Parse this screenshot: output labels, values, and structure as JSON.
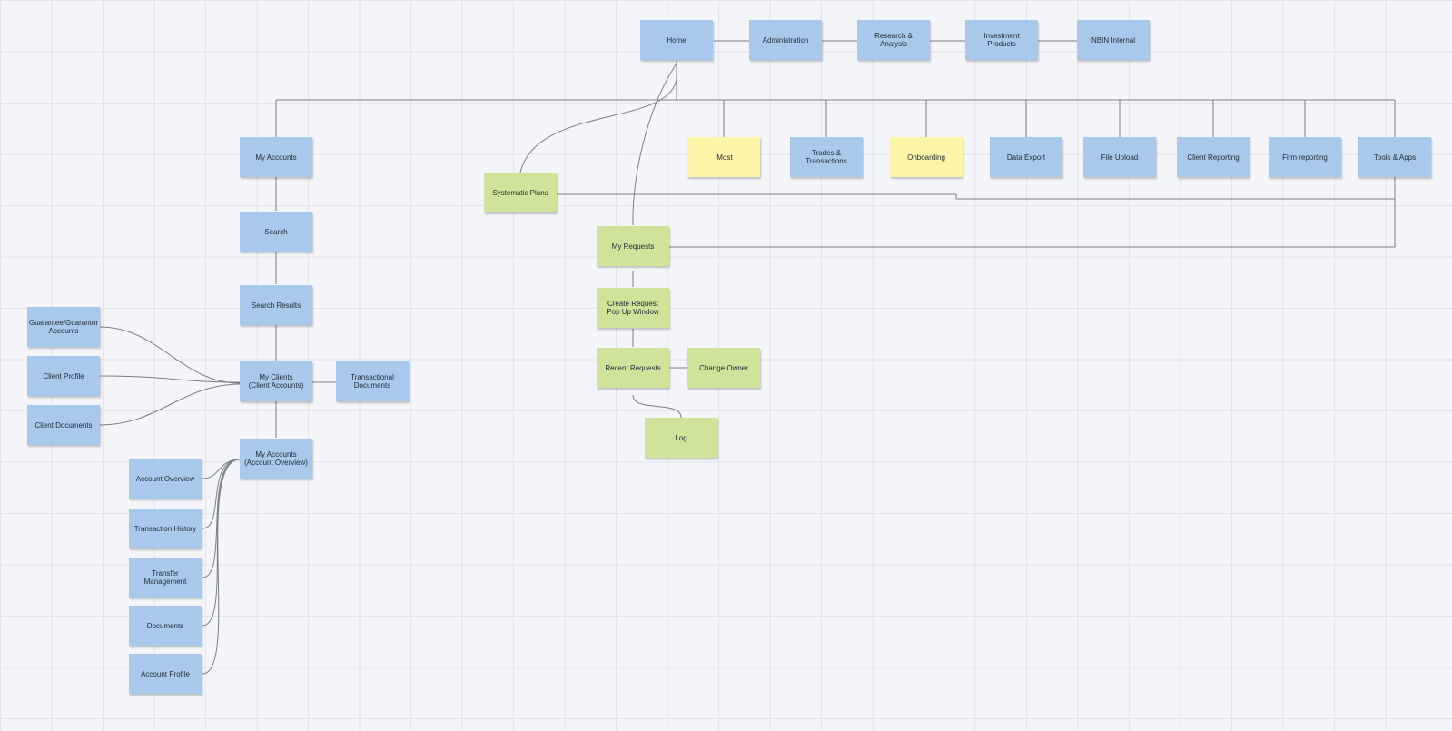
{
  "colors": {
    "blue": "#a8c9eb",
    "yellow": "#fbf5a8",
    "green": "#cfe39a",
    "connector": "#7b7f86",
    "background": "#f4f5f8"
  },
  "notes": {
    "home": "Home",
    "administration": "Administration",
    "research_analysis": "Research & Analysis",
    "investment_products": "Investment Products",
    "nbin_internal": "NBIN Internal",
    "my_accounts": "My Accounts",
    "imost": "iMost",
    "trades_transactions": "Trades &\nTransactions",
    "onboarding": "Onboarding",
    "data_export": "Data Export",
    "file_upload": "File Upload",
    "client_reporting": "Client Reporting",
    "firm_reporting": "Firm reporting",
    "tools_apps": "Tools & Apps",
    "systematic_plans": "Systematic Plans",
    "search": "Search",
    "my_requests": "My Requests",
    "search_results": "Search Results",
    "create_request": "Create Request\nPop Up Window",
    "guarantee_accounts": "Guarantee/Guarantor\nAccounts",
    "client_profile": "Client Profile",
    "client_documents": "Client Documents",
    "my_clients": "My Clients\n(Client Accounts)",
    "transactional_documents": "Transactional\nDocuments",
    "recent_requests": "Recent Requests",
    "change_owner": "Change Owner",
    "log": "Log",
    "my_accounts_overview": "My Accounts\n(Account Overview)",
    "account_overview": "Account Overview",
    "transaction_history": "Transaction History",
    "transfer_management": "Transfer\nManagement",
    "documents": "Documents",
    "account_profile": "Account Profile"
  }
}
